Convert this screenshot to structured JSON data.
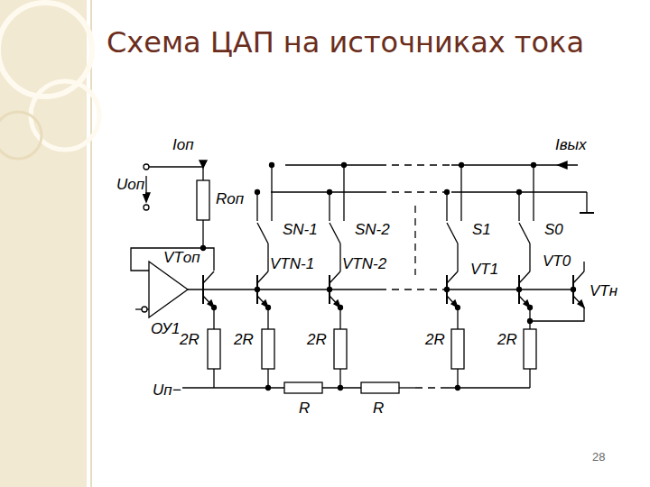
{
  "diagram": {
    "title": "Схема ЦАП на источниках тока",
    "labels": [
      "Iоп",
      "Uоп",
      "Rоп",
      "Iвых",
      "SN-1",
      "SN-2",
      "S1",
      "S0",
      "VTоп",
      "VTN-1",
      "VTN-2",
      "VT1",
      "VT0",
      "VTн",
      "ОУ1",
      "2R",
      "2R",
      "2R",
      "2R",
      "2R",
      "Uп−",
      "R",
      "R",
      "28"
    ]
  }
}
